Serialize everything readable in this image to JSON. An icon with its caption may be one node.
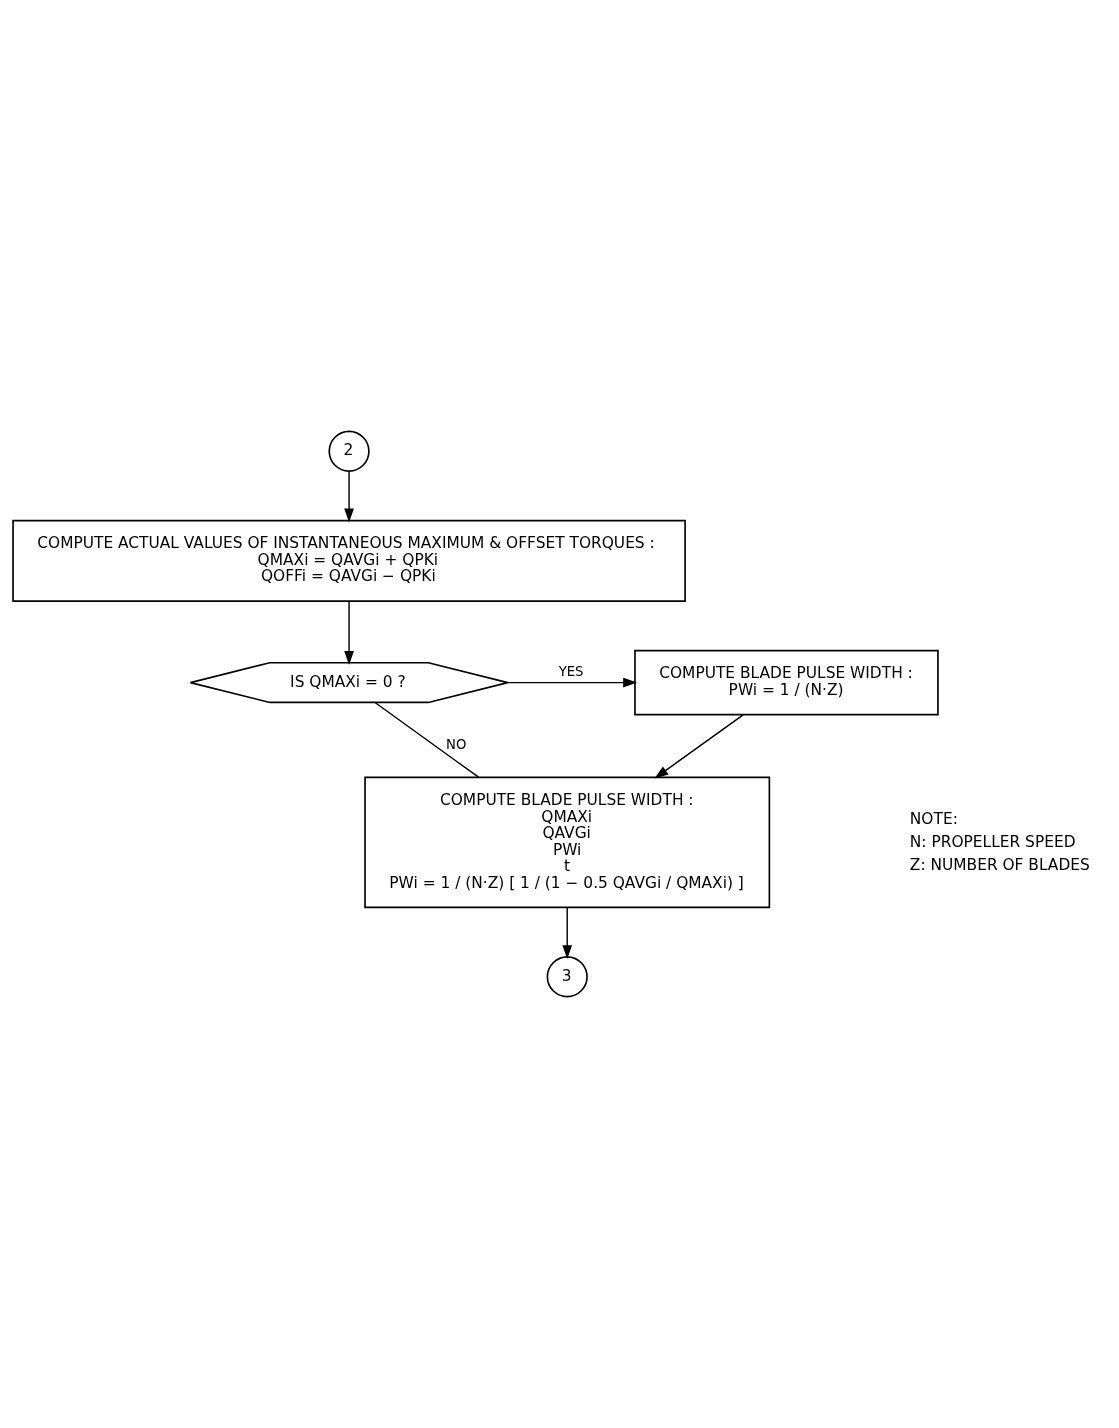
{
  "diagram": {
    "nodes": [
      {
        "text": [
          "2"
        ]
      },
      {
        "text": [
          "COMPUTE ACTUAL VALUES OF INSTANTANEOUS MAXIMUM & OFFSET TORQUES :",
          "QMAXi = QAVGi + QPKi",
          "QOFFi = QAVGi − QPKi"
        ]
      },
      {
        "text": [
          "IS QMAXi = 0 ?"
        ]
      },
      {
        "text": [
          "COMPUTE BLADE PULSE WIDTH :",
          "PWi = 1 / (N·Z)"
        ]
      },
      {
        "text": [
          "COMPUTE BLADE PULSE WIDTH :",
          "QMAXi",
          "QAVGi",
          "PWi",
          "t",
          "PWi = 1 / (N·Z) [ 1 / (1 − 0.5 QAVGi / QMAXi) ]"
        ]
      },
      {
        "text": [
          "3"
        ]
      }
    ],
    "edges": [
      {
        "from": 0,
        "to": 1,
        "arrow": "to"
      },
      {
        "from": 1,
        "to": 2,
        "arrow": "to"
      },
      {
        "from": 2,
        "to": 3,
        "arrow": "to",
        "label": "YES"
      },
      {
        "from": 2,
        "to": 4,
        "arrow": "none",
        "label": "NO"
      },
      {
        "from": 3,
        "to": 4,
        "arrow": "to"
      },
      {
        "from": 4,
        "to": 5,
        "arrow": "to"
      }
    ],
    "labels": [
      "NOTE:",
      "N: PROPELLER SPEED",
      "Z: NUMBER OF BLADES"
    ]
  }
}
